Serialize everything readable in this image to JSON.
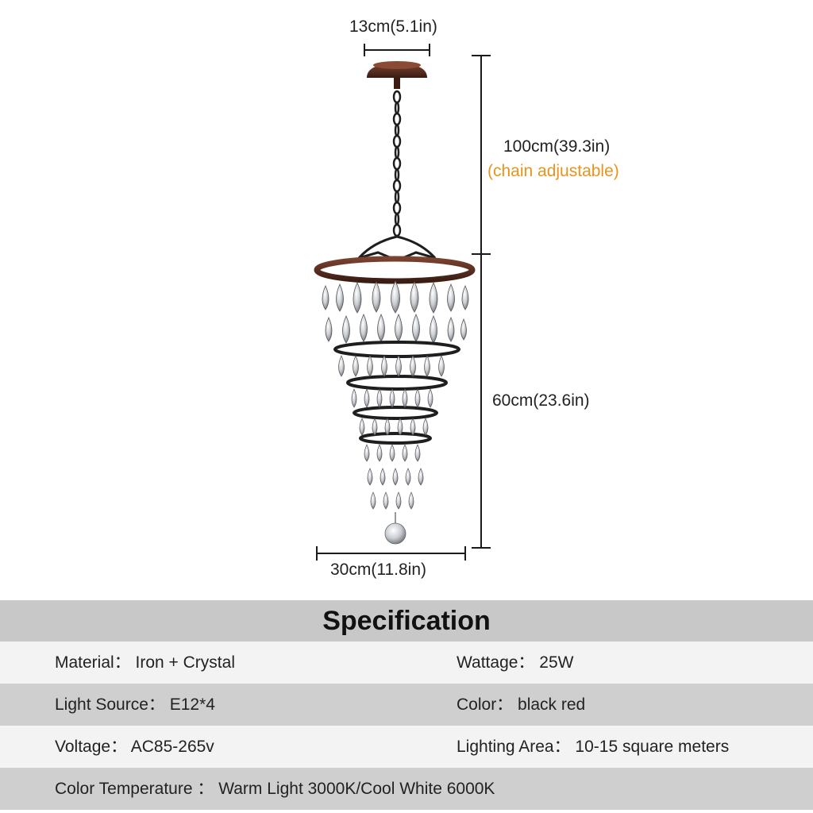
{
  "dimensions": {
    "top_width": "13cm(5.1in)",
    "chain_length": "100cm(39.3in)",
    "chain_note": "(chain adjustable)",
    "body_height": "60cm(23.6in)",
    "bottom_width": "30cm(11.8in)"
  },
  "colors": {
    "accent": "#e8941c",
    "line": "#1a1a1a",
    "metal": "#5a2e1e"
  },
  "spec": {
    "title": "Specification",
    "rows": [
      {
        "left": "Material： Iron + Crystal",
        "right": "Wattage： 25W"
      },
      {
        "left": "Light Source： E12*4",
        "right": "Color： black red"
      },
      {
        "left": "Voltage： AC85-265v",
        "right": "Lighting Area： 10-15 square meters"
      },
      {
        "left": "Color Temperature  ：  Warm Light 3000K/Cool White 6000K",
        "right": ""
      }
    ]
  }
}
